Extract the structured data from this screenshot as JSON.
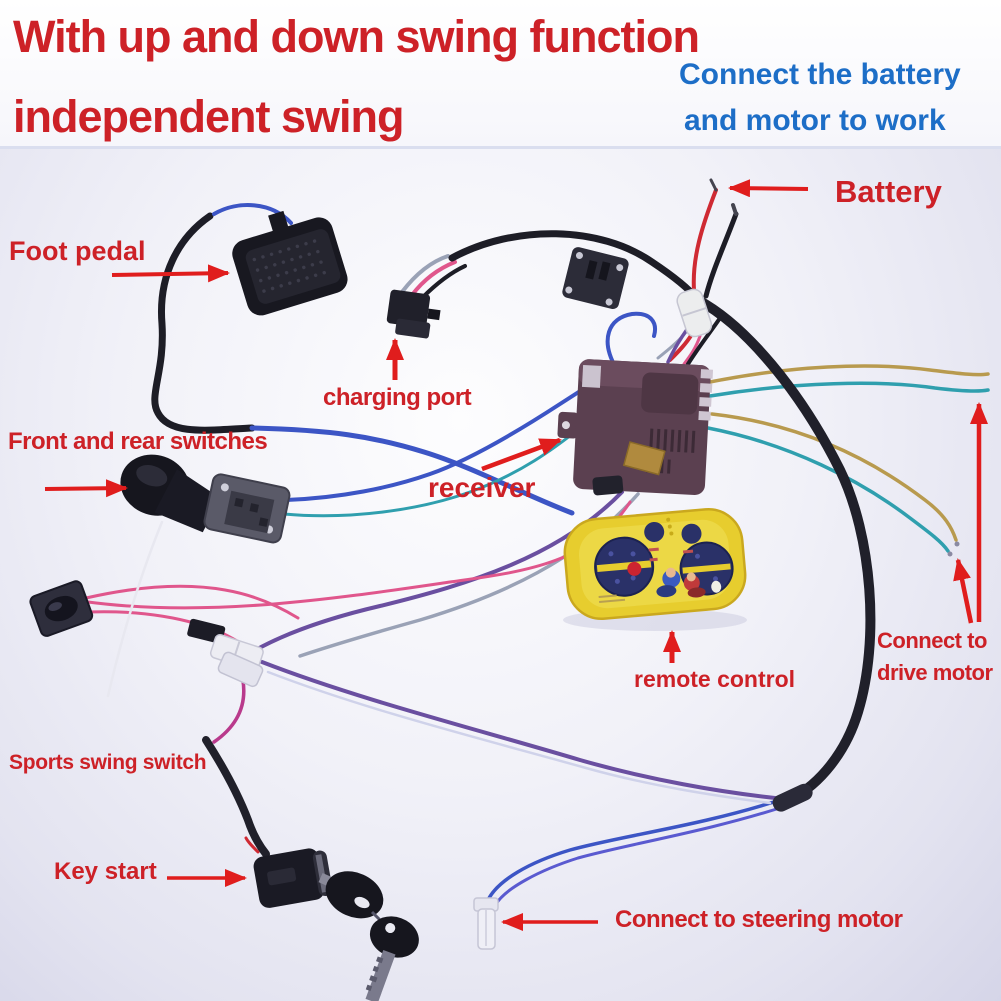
{
  "header": {
    "title_line1": "With up and down swing function",
    "title_line2": "independent swing",
    "subtitle_line1": "Connect the battery",
    "subtitle_line2": "and motor to work"
  },
  "annotations": {
    "battery": "Battery",
    "foot_pedal": "Foot pedal",
    "charging_port": "charging port",
    "front_rear_switches": "Front and rear switches",
    "receiver": "receiver",
    "remote_control": "remote control",
    "drive_motor_line1": "Connect to",
    "drive_motor_line2": "drive motor",
    "sports_swing_switch": "Sports swing switch",
    "key_start": "Key start",
    "steering_motor": "Connect to steering motor"
  },
  "components": [
    "foot-pedal",
    "charging-port",
    "circuit-board",
    "battery-wires",
    "inline-connector",
    "receiver-box",
    "remote-control",
    "gear-shift-switch",
    "rocker-switch",
    "wire-connectors",
    "key-ignition",
    "keys",
    "steering-connector",
    "drive-motor-wires",
    "black-cable"
  ],
  "colors": {
    "label_red": "#cd2127",
    "label_blue": "#1d6ec7",
    "arrow_red": "#e01d1d",
    "remote_yellow": "#e7cd2e",
    "receiver_brown": "#5b4050",
    "wire_blue": "#3c55c5",
    "wire_teal": "#2f9fae",
    "wire_pink": "#e0568c",
    "wire_magenta": "#b93a8c",
    "wire_red": "#cf2a33",
    "wire_yellow": "#b89a4e",
    "wire_purple": "#6a4fa0",
    "wire_gray": "#9aa2b6",
    "wire_black": "#1d1d26"
  }
}
